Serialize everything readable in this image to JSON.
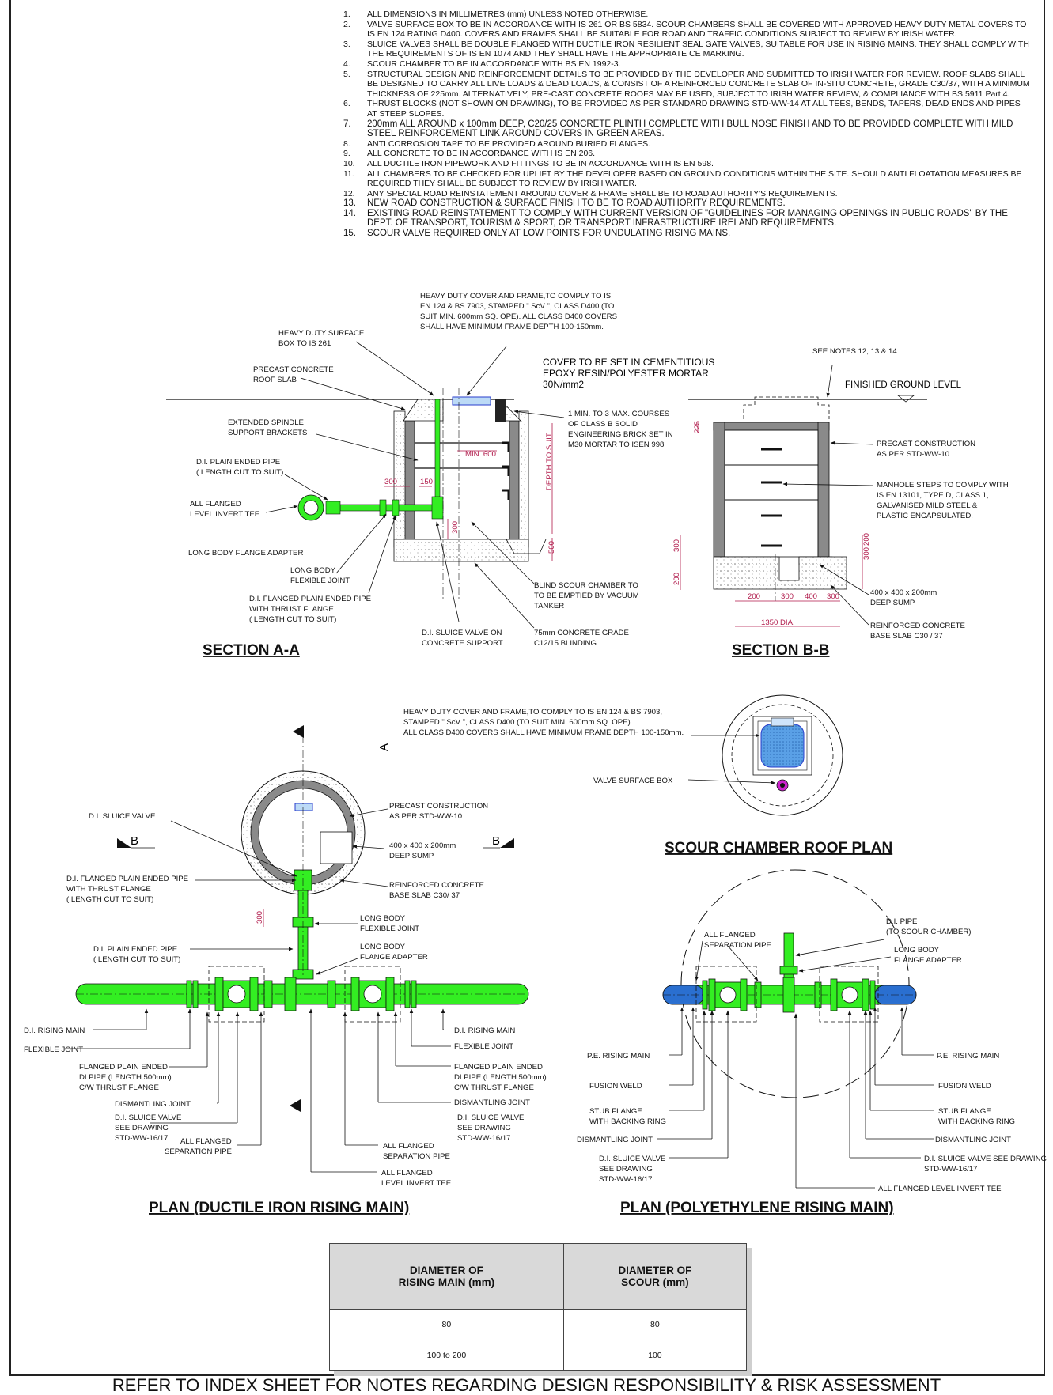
{
  "notes": [
    {
      "num": "1.",
      "text": "ALL DIMENSIONS IN MILLIMETRES (mm)  UNLESS NOTED OTHERWISE."
    },
    {
      "num": "2.",
      "text": "VALVE SURFACE BOX TO BE IN ACCORDANCE WITH IS 261 OR BS 5834. SCOUR CHAMBERS SHALL BE COVERED WITH APPROVED HEAVY DUTY METAL COVERS TO IS EN 124 RATING D400. COVERS AND FRAMES SHALL BE SUITABLE FOR ROAD AND TRAFFIC CONDITIONS SUBJECT TO REVIEW BY IRISH WATER."
    },
    {
      "num": "3.",
      "text": "SLUICE VALVES SHALL BE DOUBLE FLANGED WITH DUCTILE IRON RESILIENT SEAL GATE VALVES, SUITABLE FOR USE IN RISING MAINS. THEY SHALL COMPLY WITH THE REQUIREMENTS OF IS EN 1074 AND THEY SHALL HAVE THE APPROPRIATE CE MARKING."
    },
    {
      "num": "4.",
      "text": "SCOUR CHAMBER TO BE IN ACCORDANCE WITH BS EN 1992-3."
    },
    {
      "num": "5.",
      "text": "STRUCTURAL DESIGN AND REINFORCEMENT DETAILS TO BE PROVIDED BY THE DEVELOPER AND SUBMITTED TO IRISH WATER FOR REVIEW. ROOF SLABS SHALL BE DESIGNED TO CARRY ALL LIVE LOADS & DEAD LOADS, & CONSIST OF A REINFORCED CONCRETE SLAB OF IN-SITU CONCRETE, GRADE C30/37, WITH A MINIMUM THICKNESS OF 225mm. ALTERNATIVELY, PRE-CAST CONCRETE ROOFS MAY BE USED, SUBJECT TO IRISH WATER REVIEW, & COMPLIANCE WITH BS 5911 Part 4."
    },
    {
      "num": "6.",
      "text": "THRUST BLOCKS (NOT SHOWN ON DRAWING), TO BE PROVIDED AS PER STANDARD DRAWING STD-WW-14 AT ALL TEES, BENDS, TAPERS, DEAD ENDS AND PIPES AT STEEP SLOPES."
    },
    {
      "num": "7.",
      "text": "200mm ALL AROUND  x 100mm DEEP, C20/25 CONCRETE PLINTH COMPLETE WITH BULL NOSE FINISH AND TO BE PROVIDED COMPLETE WITH MILD STEEL REINFORCEMENT LINK AROUND COVERS IN GREEN AREAS."
    },
    {
      "num": "8.",
      "text": "ANTI CORROSION TAPE TO BE PROVIDED AROUND BURIED FLANGES."
    },
    {
      "num": "9.",
      "text": "ALL CONCRETE TO BE IN ACCORDANCE WITH IS EN 206."
    },
    {
      "num": "10.",
      "text": "ALL DUCTILE IRON PIPEWORK AND FITTINGS TO BE IN ACCORDANCE WITH IS EN 598."
    },
    {
      "num": "11.",
      "text": "ALL CHAMBERS TO BE CHECKED FOR UPLIFT BY THE DEVELOPER BASED ON GROUND CONDITIONS WITHIN THE SITE. SHOULD ANTI FLOATATION MEASURES BE REQUIRED THEY SHALL BE SUBJECT TO REVIEW BY IRISH WATER."
    },
    {
      "num": "12.",
      "text": "ANY SPECIAL ROAD REINSTATEMENT AROUND COVER & FRAME SHALL BE TO ROAD AUTHORITY'S REQUIREMENTS."
    },
    {
      "num": "13.",
      "text": "NEW ROAD CONSTRUCTION & SURFACE FINISH TO BE TO ROAD AUTHORITY REQUIREMENTS."
    },
    {
      "num": "14.",
      "text": "EXISTING ROAD REINSTATEMENT TO COMPLY WITH CURRENT VERSION OF \"GUIDELINES FOR MANAGING OPENINGS IN PUBLIC ROADS\" BY THE DEPT. OF TRANSPORT, TOURISM & SPORT, OR TRANSPORT INFRASTRUCTURE IRELAND REQUIREMENTS."
    },
    {
      "num": "15.",
      "text": "SCOUR VALVE REQUIRED ONLY AT LOW POINTS FOR UNDULATING RISING MAINS."
    }
  ],
  "titles": {
    "section_aa": "SECTION  A-A",
    "section_bb": "SECTION B-B",
    "roof_plan": "SCOUR CHAMBER ROOF PLAN",
    "plan_di": "PLAN (DUCTILE IRON RISING MAIN)",
    "plan_pe": "PLAN (POLYETHYLENE RISING MAIN)"
  },
  "section_aa": {
    "cover_note": [
      "HEAVY DUTY COVER AND FRAME,TO COMPLY TO IS",
      "EN 124 & BS 7903, STAMPED \" ScV \",  CLASS D400 (TO",
      "SUIT MIN. 600mm SQ. OPE). ALL CLASS D400 COVERS",
      "SHALL HAVE MINIMUM FRAME DEPTH 100-150mm."
    ],
    "surface_box": [
      "HEAVY DUTY SURFACE",
      "BOX TO IS 261"
    ],
    "roof_slab": [
      "PRECAST CONCRETE",
      "ROOF SLAB"
    ],
    "spindle": [
      "EXTENDED SPINDLE",
      "SUPPORT BRACKETS"
    ],
    "plain_pipe": [
      "D.I. PLAIN ENDED PIPE",
      "( LENGTH CUT TO SUIT)"
    ],
    "tee": [
      "ALL FLANGED",
      "LEVEL INVERT TEE"
    ],
    "flange_adapter": "LONG BODY FLANGE ADAPTER",
    "flex_joint": [
      "LONG BODY",
      "FLEXIBLE JOINT"
    ],
    "thrust_pipe": [
      "D.I. FLANGED PLAIN ENDED PIPE",
      "WITH THRUST  FLANGE",
      "( LENGTH CUT TO SUIT)"
    ],
    "sluice_support": [
      "D.I. SLUICE VALVE ON",
      "CONCRETE SUPPORT."
    ],
    "blinding": [
      "75mm CONCRETE GRADE",
      "C12/15 BLINDING"
    ],
    "blind_chamber": [
      "BLIND  SCOUR CHAMBER TO",
      "TO BE EMPTIED BY VACUUM",
      "TANKER"
    ],
    "brick_courses": [
      "1 MIN. TO 3 MAX. COURSES",
      "OF CLASS B SOLID",
      "ENGINEERING BRICK SET IN",
      "M30 MORTAR TO ISEN 998"
    ],
    "mortar": [
      "COVER TO BE SET IN CEMENTITIOUS",
      "EPOXY RESIN/POLYESTER MORTAR",
      "30N/mm2"
    ],
    "dims": {
      "min600": "MIN. 600",
      "depth": "DEPTH TO SUIT",
      "d300": "300",
      "d150": "150",
      "d500": "500",
      "d300b": "300"
    }
  },
  "section_bb": {
    "see_notes": "SEE NOTES 12, 13 & 14.",
    "ground": "FINISHED GROUND LEVEL",
    "precast": [
      "PRECAST CONSTRUCTION",
      "AS  PER  STD-WW-10"
    ],
    "steps": [
      "MANHOLE STEPS TO COMPLY WITH",
      "IS EN 13101, TYPE D, CLASS 1,",
      "GALVANISED MILD STEEL &",
      "PLASTIC ENCAPSULATED."
    ],
    "sump": [
      "400 x 400 x 200mm",
      "DEEP SUMP"
    ],
    "base": [
      "REINFORCED CONCRETE",
      "BASE SLAB C30 / 37"
    ],
    "dims": {
      "d225": "225",
      "d300": "300",
      "d200": "200",
      "w200": "200",
      "w300": "300",
      "w400": "400",
      "w300b": "300",
      "dia": "1350 DIA.",
      "r300": "300",
      "r200": "200"
    }
  },
  "roof_plan": {
    "cover_note": [
      "HEAVY DUTY COVER AND FRAME,TO COMPLY TO IS EN 124 & BS 7903,",
      "STAMPED \" ScV \",  CLASS D400 (TO SUIT MIN. 600mm SQ. OPE)",
      "ALL CLASS D400 COVERS SHALL HAVE MINIMUM FRAME DEPTH 100-150mm."
    ],
    "surface_box": "VALVE SURFACE BOX"
  },
  "plan_di": {
    "section_a": "A",
    "section_b": "B",
    "sluice": "D.I. SLUICE VALVE",
    "precast": [
      "PRECAST CONSTRUCTION",
      "AS PER STD-WW-10"
    ],
    "sump": [
      "400 x 400 x 200mm",
      "DEEP SUMP"
    ],
    "thrust": [
      "D.I. FLANGED PLAIN ENDED  PIPE",
      "WITH THRUST  FLANGE",
      "( LENGTH CUT TO SUIT)"
    ],
    "base": [
      "REINFORCED CONCRETE",
      "BASE SLAB C30/ 37"
    ],
    "flex": [
      "LONG BODY",
      "FLEXIBLE JOINT"
    ],
    "plain": [
      "D.I. PLAIN ENDED PIPE",
      "( LENGTH CUT TO SUIT)"
    ],
    "adapter": [
      "LONG BODY",
      "FLANGE ADAPTER"
    ],
    "rising_main_l": "D.I. RISING MAIN",
    "flex_l": "FLEXIBLE JOINT",
    "fpe_l": [
      "FLANGED PLAIN ENDED",
      "DI PIPE (LENGTH 500mm)",
      "C/W THRUST FLANGE"
    ],
    "dismantle_l": "DISMANTLING JOINT",
    "sluice_l": [
      "D.I. SLUICE VALVE",
      "SEE DRAWING",
      "STD-WW-16/17"
    ],
    "sep_l": [
      "ALL FLANGED",
      "SEPARATION PIPE"
    ],
    "rising_main_r": "D.I.  RISING MAIN",
    "flex_r": "FLEXIBLE JOINT",
    "fpe_r": [
      "FLANGED PLAIN ENDED",
      "DI PIPE (LENGTH 500mm)",
      "C/W THRUST FLANGE"
    ],
    "dismantle_r": "DISMANTLING JOINT",
    "sluice_r": [
      "D.I. SLUICE VALVE",
      "SEE DRAWING",
      "STD-WW-16/17"
    ],
    "sep_r": [
      "ALL FLANGED",
      "SEPARATION PIPE"
    ],
    "tee": [
      "ALL FLANGED",
      "LEVEL INVERT TEE"
    ],
    "dim300": "300"
  },
  "plan_pe": {
    "sep": [
      "ALL FLANGED",
      "SEPARATION PIPE"
    ],
    "pipe": [
      "D.I.  PIPE",
      "(TO SCOUR CHAMBER)"
    ],
    "adapter": [
      "LONG BODY",
      "FLANGE ADAPTER"
    ],
    "pe_l": "P.E.  RISING MAIN",
    "fusion_l": "FUSION WELD",
    "stub_l": [
      "STUB FLANGE",
      "WITH BACKING RING"
    ],
    "dismantle_l": "DISMANTLING JOINT",
    "sluice_l": [
      "D.I. SLUICE VALVE",
      "SEE DRAWING",
      "STD-WW-16/17"
    ],
    "pe_r": "P.E.  RISING MAIN",
    "fusion_r": "FUSION WELD",
    "stub_r": [
      "STUB FLANGE",
      "WITH BACKING RING"
    ],
    "dismantle_r": "DISMANTLING JOINT",
    "sluice_r": [
      "D.I. SLUICE VALVE SEE DRAWING",
      "STD-WW-16/17"
    ],
    "tee": "ALL FLANGED LEVEL INVERT TEE"
  },
  "schedule": {
    "headers": [
      "DIAMETER OF\nRISING MAIN (mm)",
      "DIAMETER OF\nSCOUR (mm)"
    ],
    "rows": [
      [
        "80",
        "80"
      ],
      [
        "100 to 200",
        "100"
      ]
    ]
  },
  "footer": "REFER TO INDEX SHEET FOR NOTES REGARDING DESIGN RESPONSIBILITY & RISK ASSESSMENT",
  "colors": {
    "pipe_green": "#33ee22",
    "dim_red": "#b0194a",
    "pe_blue": "#2a3dcc",
    "cover_blue": "#6aaee8",
    "concrete": "#8a8a8a"
  }
}
